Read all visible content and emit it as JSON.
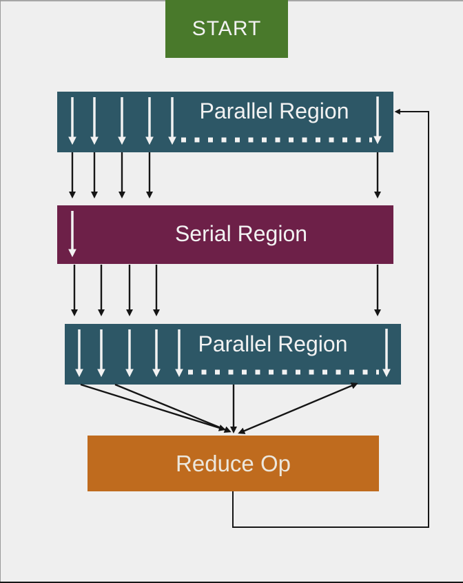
{
  "page": {
    "background": "#efefef",
    "frame_top_color": "#a6a6a6",
    "frame_bottom_color": "#161616"
  },
  "diagram": {
    "type": "flowchart",
    "nodes": [
      {
        "id": "start",
        "label": "START",
        "color": "#49792b",
        "text_color": "#f2f2f2"
      },
      {
        "id": "parallel-region-1",
        "label": "Parallel Region",
        "color": "#2d5766",
        "text_color": "#f2f2f2"
      },
      {
        "id": "serial-region",
        "label": "Serial Region",
        "color": "#6d2048",
        "text_color": "#f2f2f2"
      },
      {
        "id": "parallel-region-2",
        "label": "Parallel Region",
        "color": "#2d5766",
        "text_color": "#f2f2f2"
      },
      {
        "id": "reduce-op",
        "label": "Reduce Op",
        "color": "#bf6b1e",
        "text_color": "#ece7dd"
      }
    ],
    "edges": [
      {
        "from": "parallel-region-1",
        "to": "serial-region",
        "style": "multiple thread arrows"
      },
      {
        "from": "serial-region",
        "to": "parallel-region-2",
        "style": "multiple thread arrows"
      },
      {
        "from": "parallel-region-2",
        "to": "reduce-op",
        "style": "converging arrows"
      },
      {
        "from": "reduce-op",
        "to": "parallel-region-1",
        "style": "feedback loop"
      }
    ],
    "line_color": "#151515",
    "thread_arrow_color": "#f2f2f2"
  }
}
